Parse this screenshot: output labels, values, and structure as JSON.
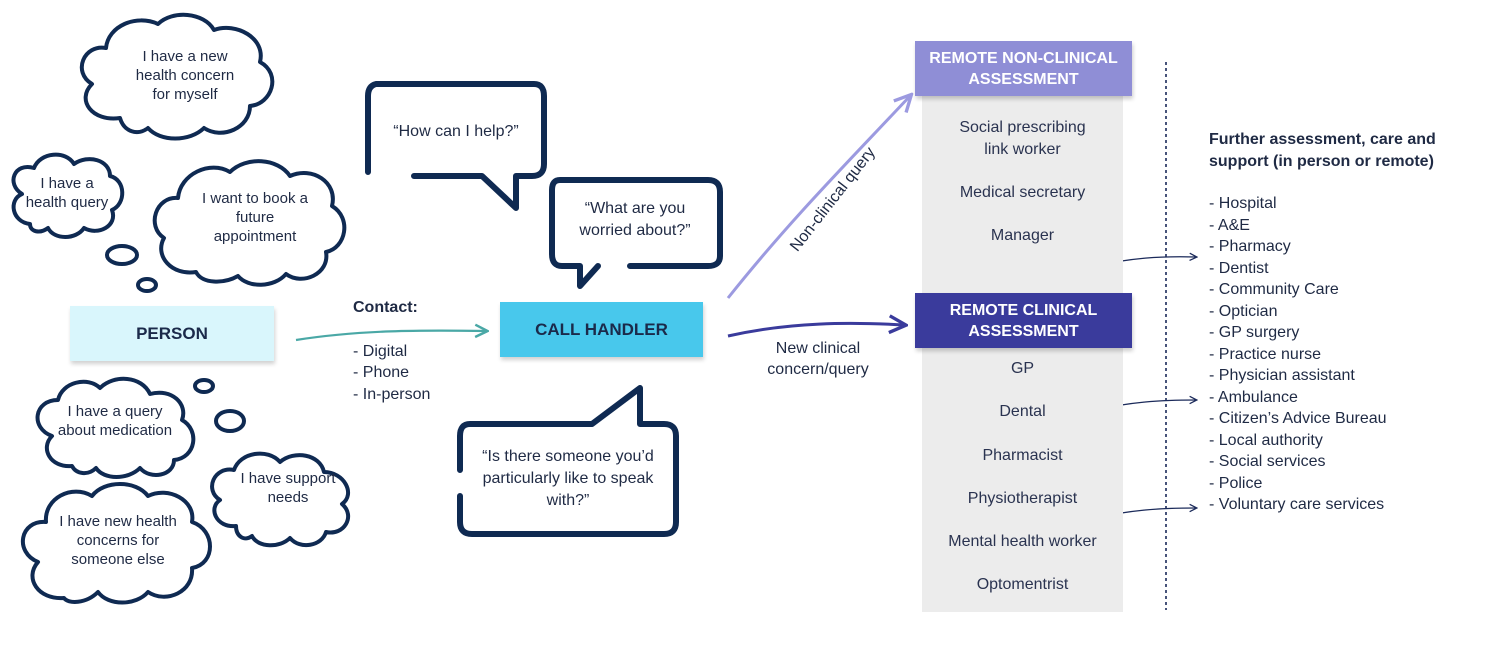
{
  "thoughts": {
    "new_concern_self": "I have a new health concern for myself",
    "health_query": "I have a health query",
    "book_appointment": "I want to book a future appointment",
    "medication_query": "I have a query about medication",
    "support_needs": "I have support needs",
    "concerns_someone_else": "I have new health concerns for someone else"
  },
  "person_label": "PERSON",
  "contact": {
    "title": "Contact:",
    "methods": [
      "- Digital",
      "- Phone",
      "- In-person"
    ]
  },
  "call_handler_label": "CALL HANDLER",
  "speech": {
    "help": "“How can I help?”",
    "worried": "“What are you worried about?”",
    "someone": "“Is there someone you’d particularly like to speak with?”"
  },
  "routes": {
    "non_clinical": "Non-clinical query",
    "clinical": "New clinical concern/query"
  },
  "remote_non_clinical": {
    "title": "REMOTE NON-CLINICAL ASSESSMENT",
    "roles": [
      "Social prescribing link worker",
      "Medical secretary",
      "Manager"
    ]
  },
  "remote_clinical": {
    "title": "REMOTE CLINICAL ASSESSMENT",
    "roles": [
      "GP",
      "Dental",
      "Pharmacist",
      "Physiotherapist",
      "Mental health worker",
      "Optomentrist"
    ]
  },
  "further": {
    "title": "Further assessment, care and support (in person or remote)",
    "items": [
      "- Hospital",
      "- A&E",
      "- Pharmacy",
      "- Dentist",
      "- Community Care",
      "- Optician",
      "- GP surgery",
      "- Practice nurse",
      "- Physician assistant",
      "- Ambulance",
      "- Citizen’s Advice Bureau",
      "- Local authority",
      "- Social services",
      "- Police",
      "- Voluntary care services"
    ]
  },
  "colors": {
    "navy": "#0f2a52",
    "person_fill": "#d9f6fc",
    "call_handler_fill": "#48c8ec",
    "non_clinical_fill": "#8f8ed6",
    "clinical_fill": "#3a3b9c",
    "teal_arrow": "#4aa8a6",
    "grey_column": "#ececec"
  }
}
